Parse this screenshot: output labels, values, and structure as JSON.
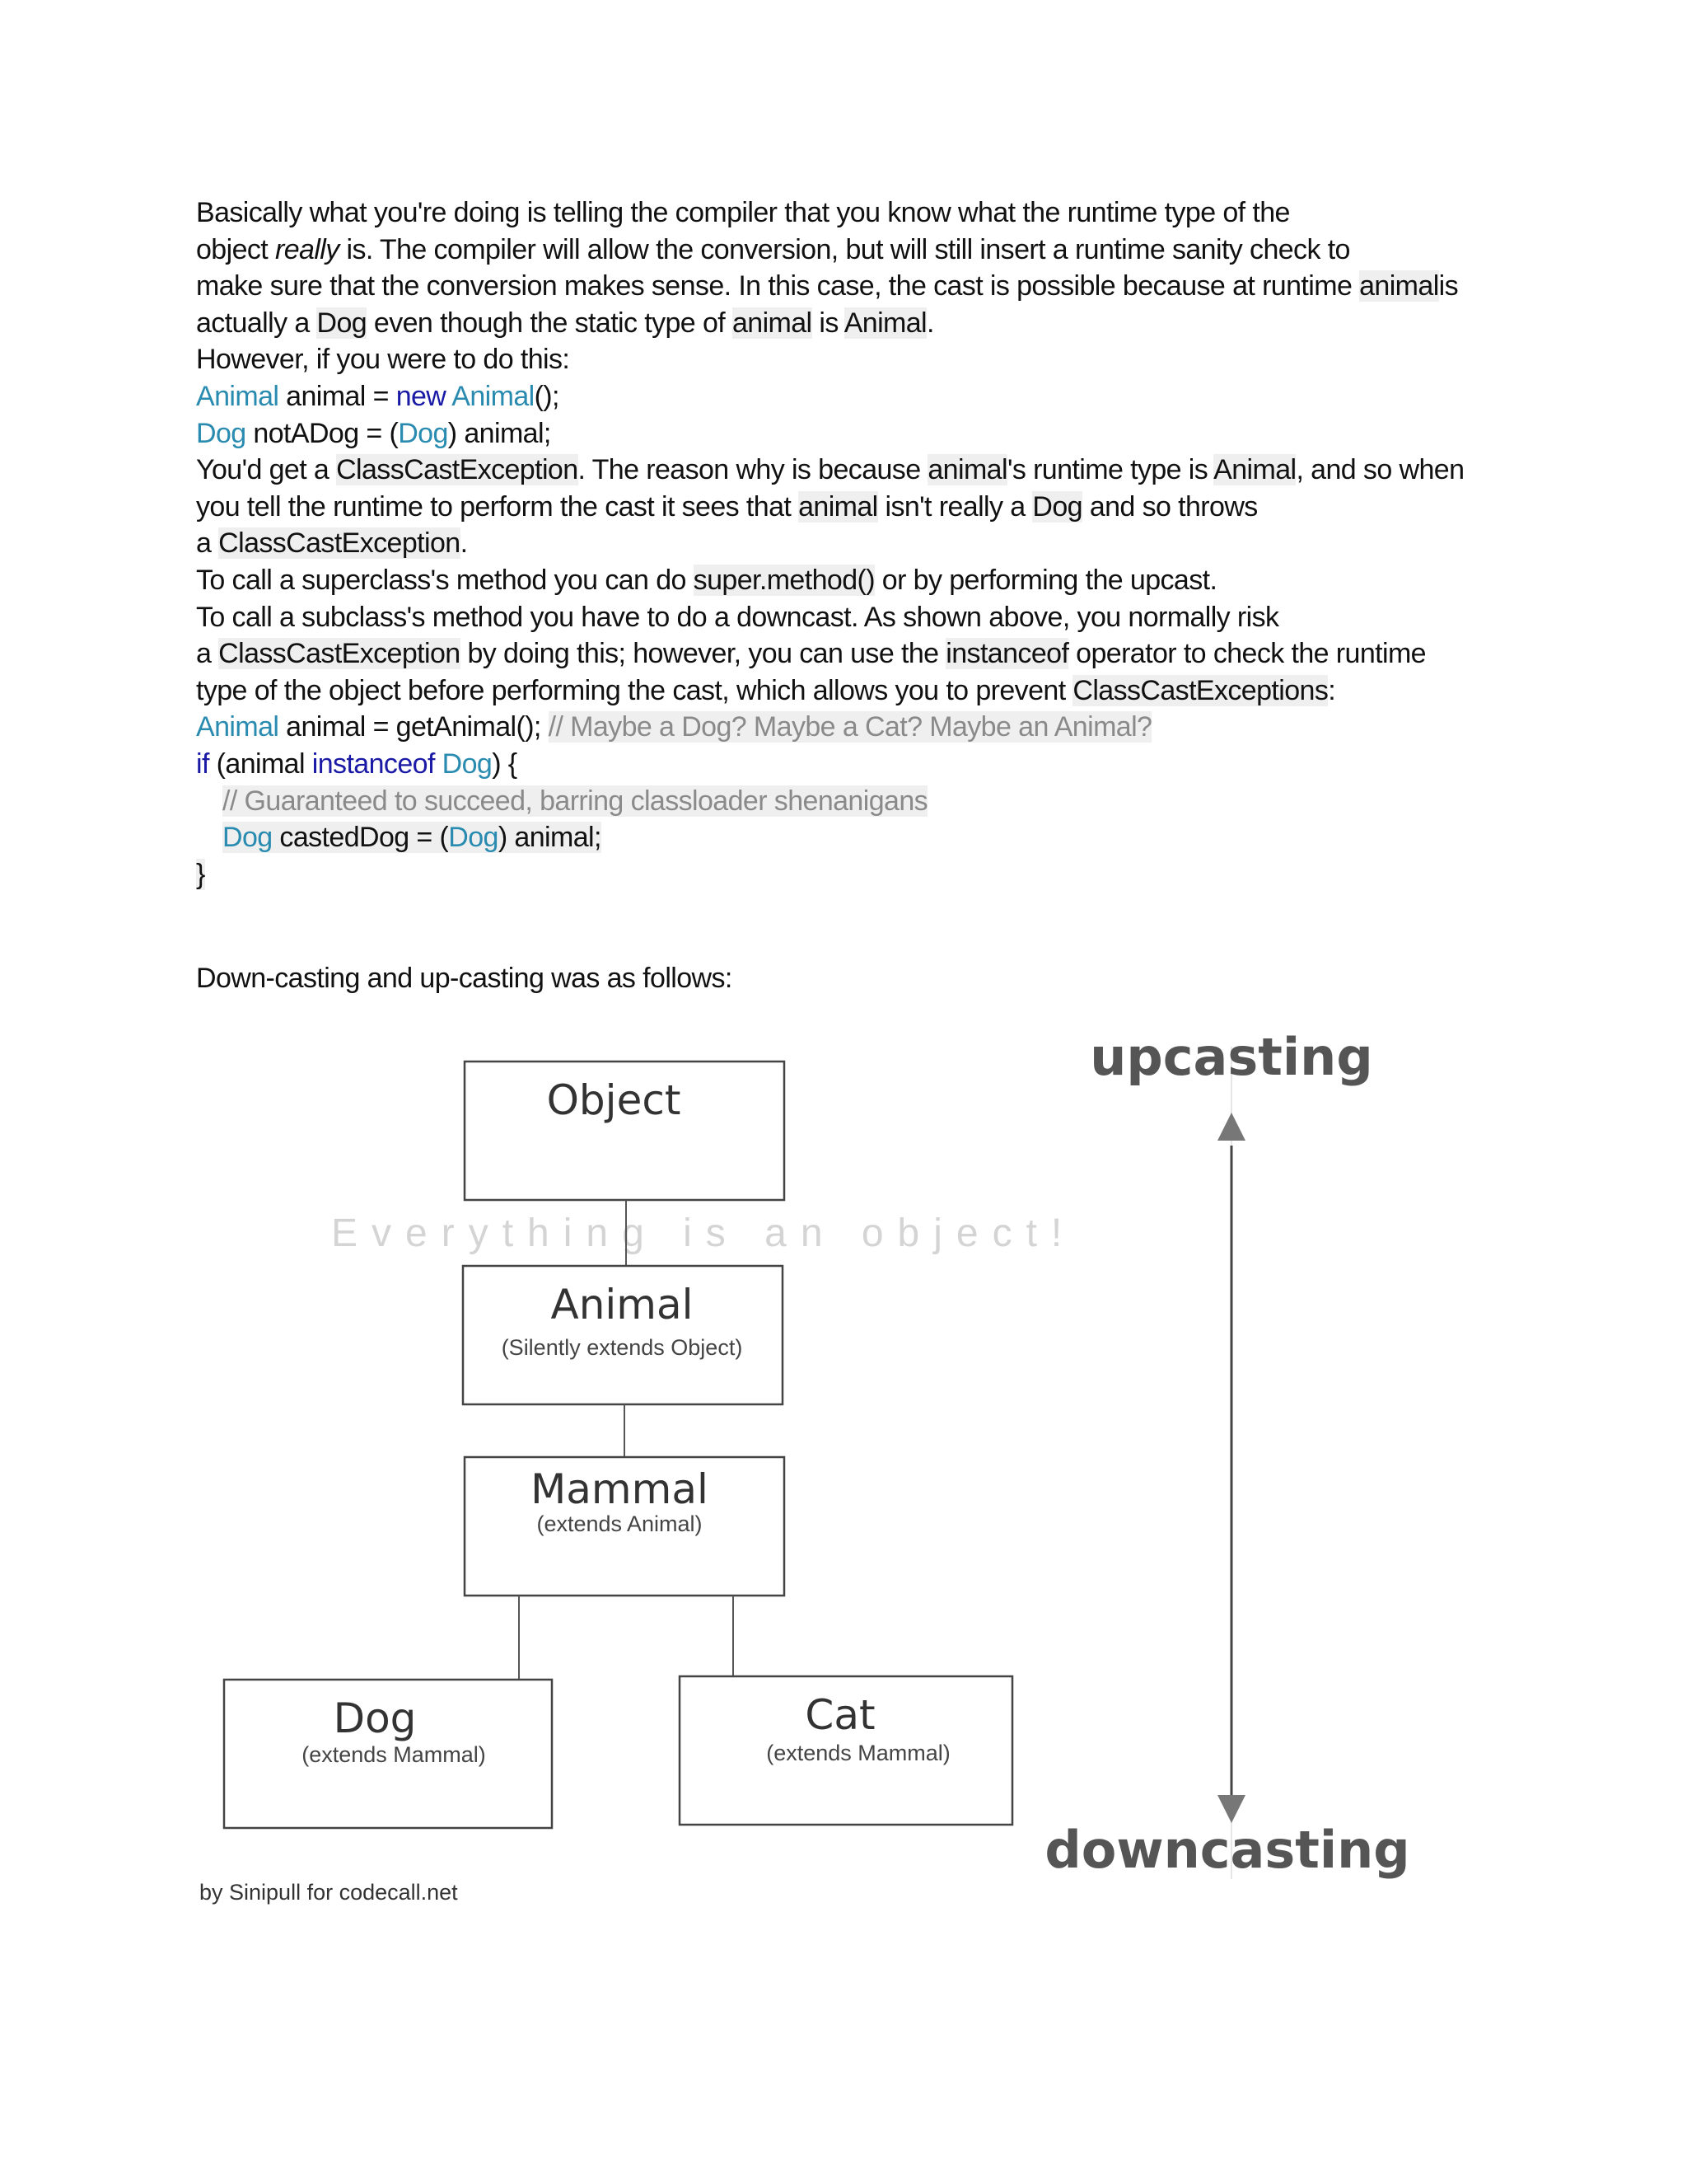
{
  "paragraphs": {
    "p1_l1": "Basically what you're doing is telling the compiler that you know what the runtime type of the",
    "p1_l2_a": "object ",
    "p1_l2_em": "really",
    "p1_l2_b": " is. The compiler will allow the conversion, but will still insert a runtime sanity check to",
    "p1_l3_a": "make sure that the conversion makes sense. In this case, the cast is possible because at runtime ",
    "p1_l3_code": "animal",
    "p1_l3_b": "is",
    "p1_l4_a": "actually a ",
    "p1_l4_code1": "Dog",
    "p1_l4_b": " even though the static type of ",
    "p1_l4_code2": "animal",
    "p1_l4_c": " is ",
    "p1_l4_code3": "Animal",
    "p1_l4_d": ".",
    "p2": "However, if you were to do this:",
    "code1_l1_type": "Animal",
    "code1_l1_a": " animal = ",
    "code1_l1_kw": "new",
    "code1_l1_sp": " ",
    "code1_l1_type2": "Animal",
    "code1_l1_b": "();",
    "code1_l2_type": "Dog",
    "code1_l2_a": " notADog = (",
    "code1_l2_type2": "Dog",
    "code1_l2_b": ") animal;",
    "p3_l1_a": "You'd get a ",
    "p3_l1_code1": "ClassCastException",
    "p3_l1_b": ". The reason why is because ",
    "p3_l1_code2": "animal",
    "p3_l1_c": "'s runtime type is ",
    "p3_l1_code3": "Animal",
    "p3_l1_d": ", and so when",
    "p3_l2_a": "you tell the runtime to perform the cast it sees that ",
    "p3_l2_code1": "animal",
    "p3_l2_b": " isn't really a ",
    "p3_l2_code2": "Dog",
    "p3_l2_c": " and so throws",
    "p3_l3_a": "a ",
    "p3_l3_code": "ClassCastException",
    "p3_l3_b": ".",
    "p4_a": "To call a superclass's method you can do ",
    "p4_code": "super.method()",
    "p4_b": " or by performing the upcast.",
    "p5_l1": "To call a subclass's method you have to do a downcast. As shown above, you normally risk",
    "p5_l2_a": "a ",
    "p5_l2_code1": "ClassCastException",
    "p5_l2_b": " by doing this; however, you can use the ",
    "p5_l2_code2": "instanceof",
    "p5_l2_c": " operator to check the runtime",
    "p5_l3_a": "type of the object before performing the cast, which allows you to prevent ",
    "p5_l3_code": "ClassCastExceptions",
    "p5_l3_b": ":",
    "code2_l1_type": "Animal",
    "code2_l1_a": " animal = getAnimal(); ",
    "code2_l1_cm": "// Maybe a Dog? Maybe a Cat? Maybe an Animal?",
    "code2_l2_kw": "if",
    "code2_l2_a": " (animal ",
    "code2_l2_kw2": "instanceof",
    "code2_l2_sp": " ",
    "code2_l2_type": "Dog",
    "code2_l2_b": ") {",
    "code2_l3_cm": "// Guaranteed to succeed, barring classloader shenanigans",
    "code2_l4_type": "Dog",
    "code2_l4_a": " castedDog = (",
    "code2_l4_type2": "Dog",
    "code2_l4_b": ") animal;",
    "code2_l5": "}"
  },
  "caption": "Down-casting and up-casting was as follows:",
  "diagram": {
    "object_title": "Object",
    "watermark": "Everything is an object!",
    "animal_title": "Animal",
    "animal_sub": "(Silently extends Object)",
    "mammal_title": "Mammal",
    "mammal_sub": "(extends Animal)",
    "dog_title": "Dog",
    "dog_sub": "(extends Mammal)",
    "cat_title": "Cat",
    "cat_sub": "(extends Mammal)",
    "upcasting": "upcasting",
    "downcasting": "downcasting",
    "credit": "by Sinipull for codecall.net"
  }
}
